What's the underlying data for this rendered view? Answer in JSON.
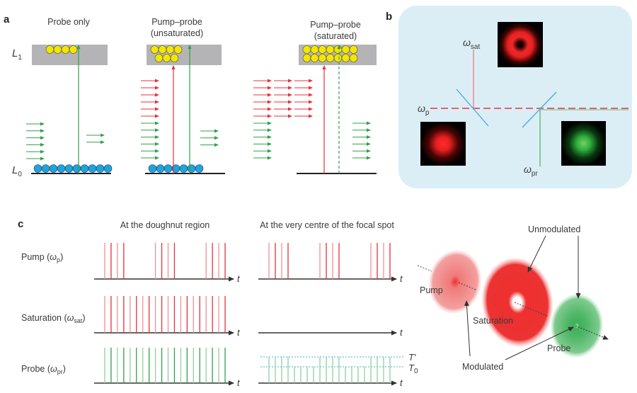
{
  "panels": {
    "a": {
      "letter": "a",
      "level_upper": "L",
      "level_upper_sub": "1",
      "level_lower": "L",
      "level_lower_sub": "0",
      "columns": [
        {
          "title_line1": "Probe only",
          "title_line2": "",
          "ground_molecules": 10,
          "excited_molecules": [
            4
          ],
          "pump_arrows_in": 0,
          "probe_arrows_in": 6,
          "probe_arrows_out": 2,
          "pump_arrow_groups": 0,
          "pump_transition": false,
          "probe_transition": "solid"
        },
        {
          "title_line1": "Pump–probe",
          "title_line2": "(unsaturated)",
          "ground_molecules": 7,
          "excited_molecules": [
            4,
            3
          ],
          "pump_arrows_in": 6,
          "probe_arrows_in": 6,
          "probe_arrows_out": 3,
          "pump_arrow_groups": 1,
          "pump_transition": true,
          "probe_transition": "solid"
        },
        {
          "title_line1": "Pump–probe",
          "title_line2": "(saturated)",
          "ground_molecules": 0,
          "excited_molecules": [
            7,
            7
          ],
          "pump_arrows_in": 6,
          "probe_arrows_in": 6,
          "probe_arrows_out": 6,
          "pump_arrow_groups": 3,
          "pump_transition": true,
          "probe_transition": "dashed"
        }
      ]
    },
    "b": {
      "letter": "b",
      "beam_labels": {
        "sat": {
          "symbol": "ω",
          "sub": "sat"
        },
        "pump": {
          "symbol": "ω",
          "sub": "p"
        },
        "probe": {
          "symbol": "ω",
          "sub": "pr"
        }
      },
      "spot_images": [
        "doughnut-red",
        "gaussian-red",
        "gaussian-green"
      ]
    },
    "c": {
      "letter": "c",
      "column_titles": [
        "At the doughnut region",
        "At the very centre of the focal spot"
      ],
      "row_labels": [
        {
          "text": "Pump (",
          "symbol": "ω",
          "sub": "p",
          "close": ")"
        },
        {
          "text": "Saturation (",
          "symbol": "ω",
          "sub": "sat",
          "close": ")"
        },
        {
          "text": "Probe (",
          "symbol": "ω",
          "sub": "pr",
          "close": ")"
        }
      ],
      "axis_label": "t",
      "threshold_labels": {
        "upper": "T′",
        "lower": "T",
        "lower_sub": "0"
      },
      "pulse_trains": {
        "doughnut": {
          "pump": [
            0,
            1,
            2,
            3,
            8,
            9,
            10,
            11,
            16,
            17,
            18,
            19
          ],
          "saturation": [
            0,
            1,
            2,
            3,
            4,
            5,
            6,
            7,
            8,
            9,
            10,
            11,
            12,
            13,
            14,
            15,
            16,
            17,
            18,
            19
          ],
          "probe": [
            0,
            1,
            2,
            3,
            4,
            5,
            6,
            7,
            8,
            9,
            10,
            11,
            12,
            13,
            14,
            15,
            16,
            17,
            18,
            19
          ]
        },
        "centre": {
          "pump": [
            0,
            1,
            2,
            3,
            8,
            9,
            10,
            11,
            16,
            17,
            18,
            19
          ],
          "saturation": [],
          "probe_levels": [
            "high",
            "high",
            "high",
            "high",
            "low",
            "low",
            "low",
            "low",
            "high",
            "high",
            "high",
            "high",
            "low",
            "low",
            "low",
            "low",
            "high",
            "high",
            "high",
            "high"
          ]
        }
      },
      "spots": {
        "labels": [
          "Pump",
          "Saturation",
          "Probe"
        ],
        "annotations": [
          "Unmodulated",
          "Modulated"
        ]
      }
    }
  },
  "colors": {
    "red": "#e8303a",
    "red_light": "#f28f94",
    "green": "#2fa04a",
    "green_light": "#8fd0a0",
    "blue_molecule": "#1fa3e0",
    "yellow_molecule": "#f3e600",
    "level_band": "#b4b4b6",
    "panel_b_bg": "#dbeef6",
    "mirror": "#4aa9dd",
    "threshold": "#3bb0d8"
  }
}
